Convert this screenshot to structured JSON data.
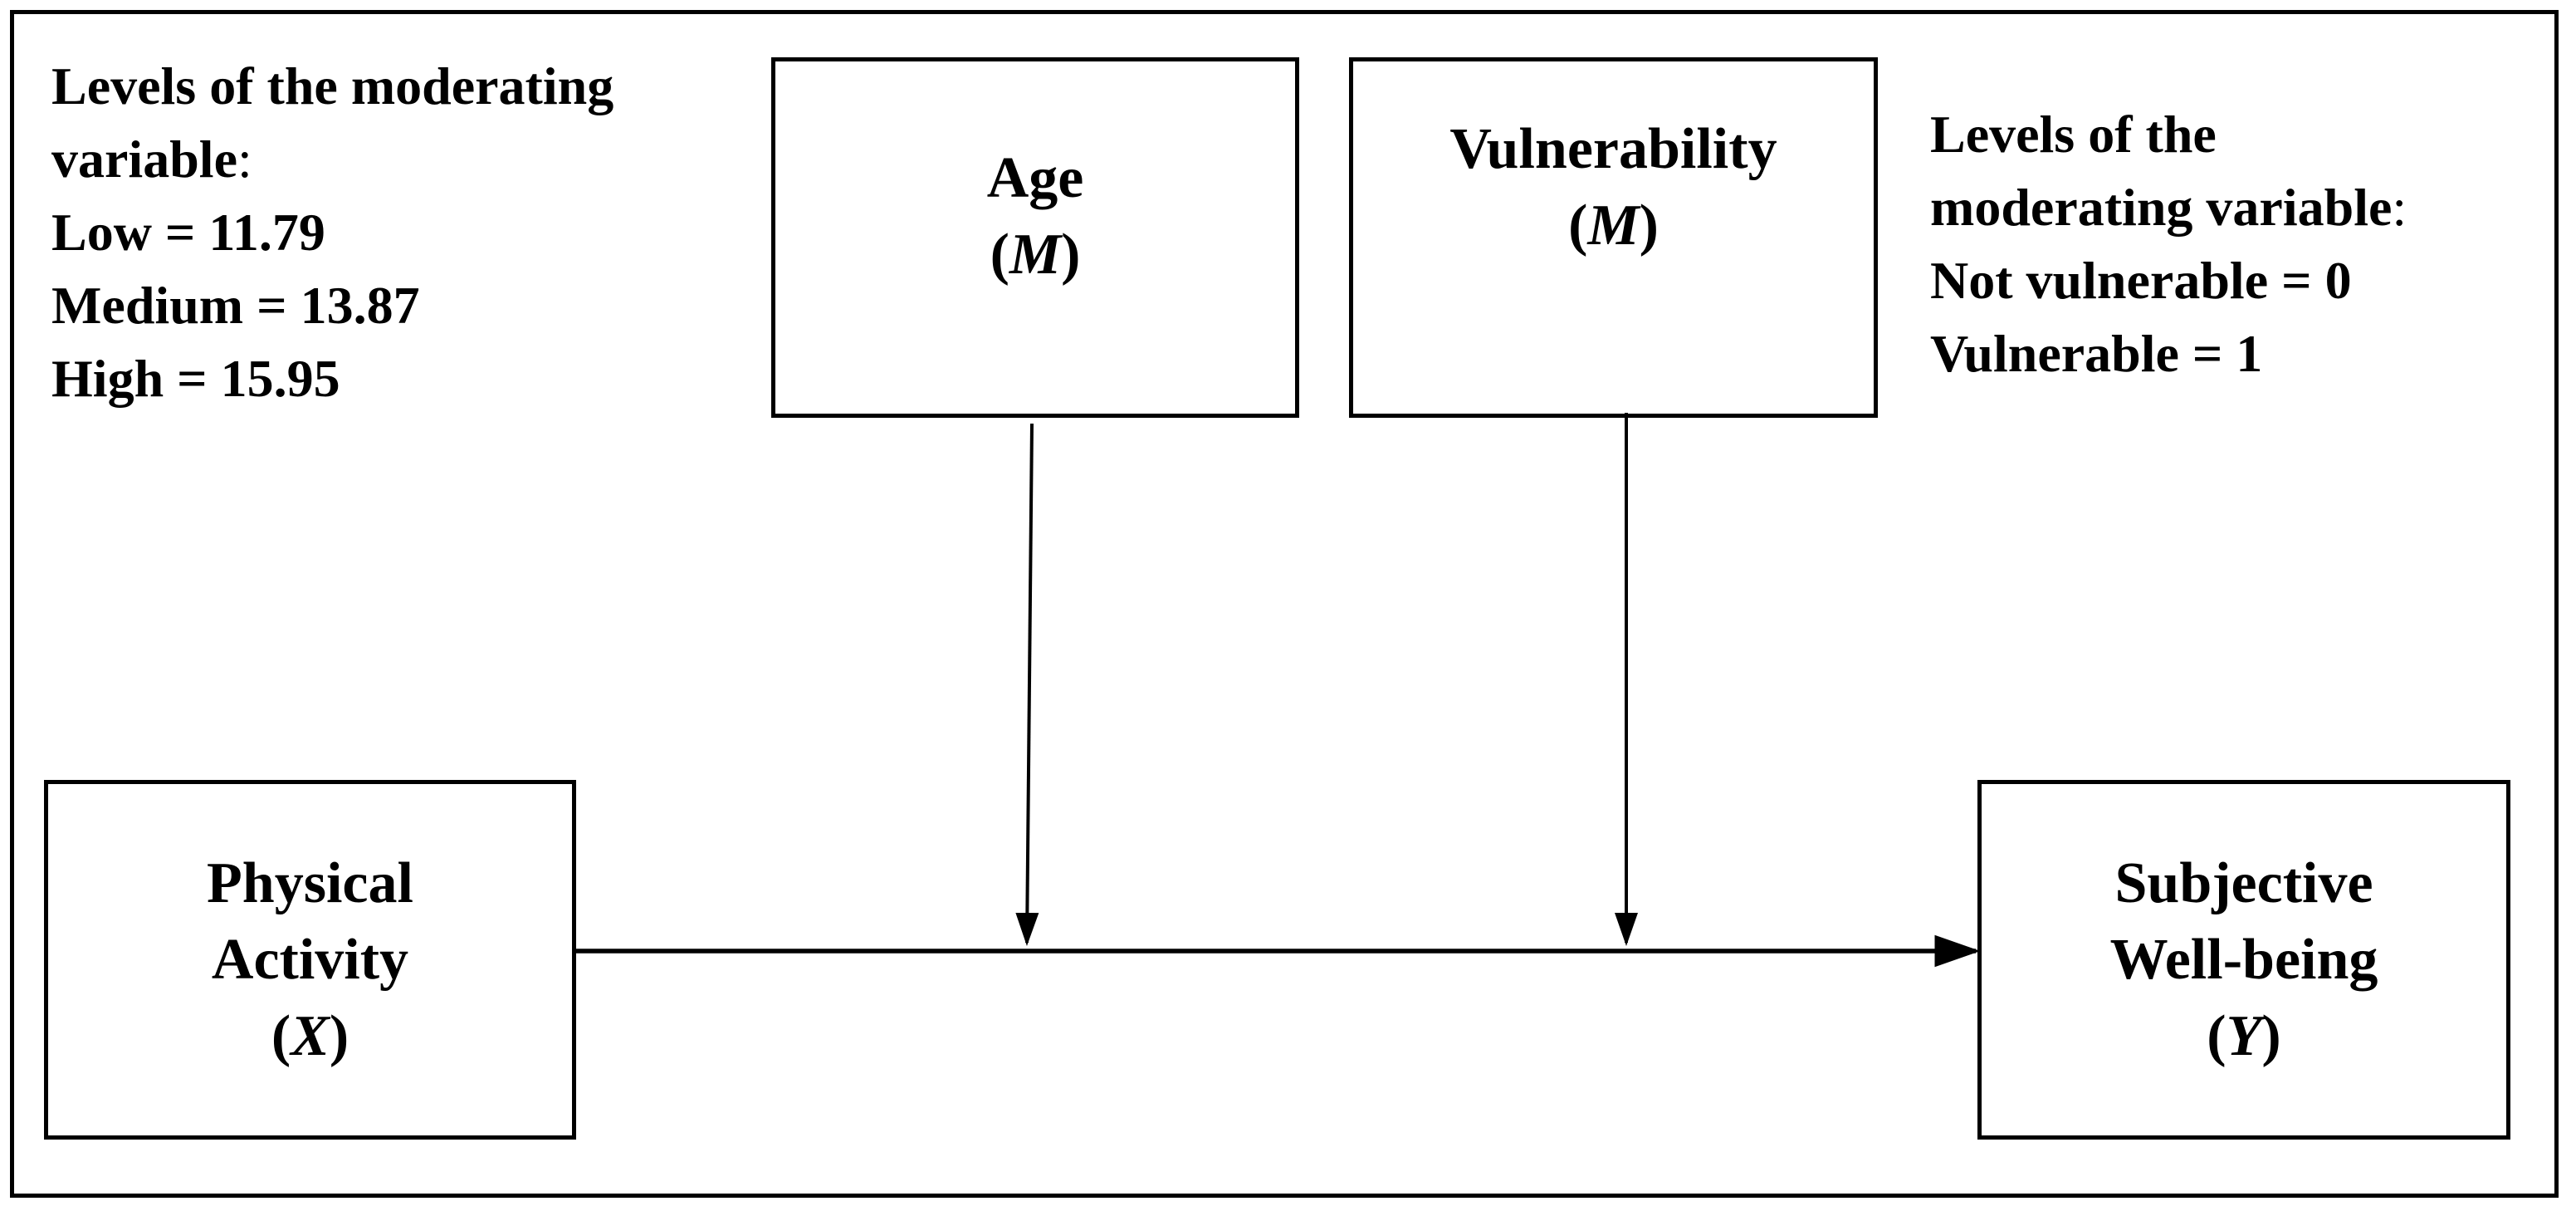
{
  "left_note": {
    "heading_line1": "Levels of the moderating",
    "heading_line2": "variable",
    "colon": ":",
    "low": "Low  = 11.79",
    "medium": "Medium = 13.87",
    "high": "High = 15.95"
  },
  "right_note": {
    "heading_line1": "Levels of the",
    "heading_line2": "moderating variable",
    "colon": ":",
    "not_vulnerable": "Not vulnerable = 0",
    "vulnerable": "Vulnerable = 1"
  },
  "boxes": {
    "age": {
      "name": "Age",
      "open": "(",
      "symbol": "M",
      "close": ")"
    },
    "vulnerability": {
      "name": "Vulnerability",
      "open": "(",
      "symbol": "M",
      "close": ")"
    },
    "physical_activity": {
      "line1": "Physical",
      "line2": "Activity",
      "open": "(",
      "symbol": "X",
      "close": ")"
    },
    "subjective_wellbeing": {
      "line1": "Subjective",
      "line2": "Well-being",
      "open": "(",
      "symbol": "Y",
      "close": ")"
    }
  }
}
